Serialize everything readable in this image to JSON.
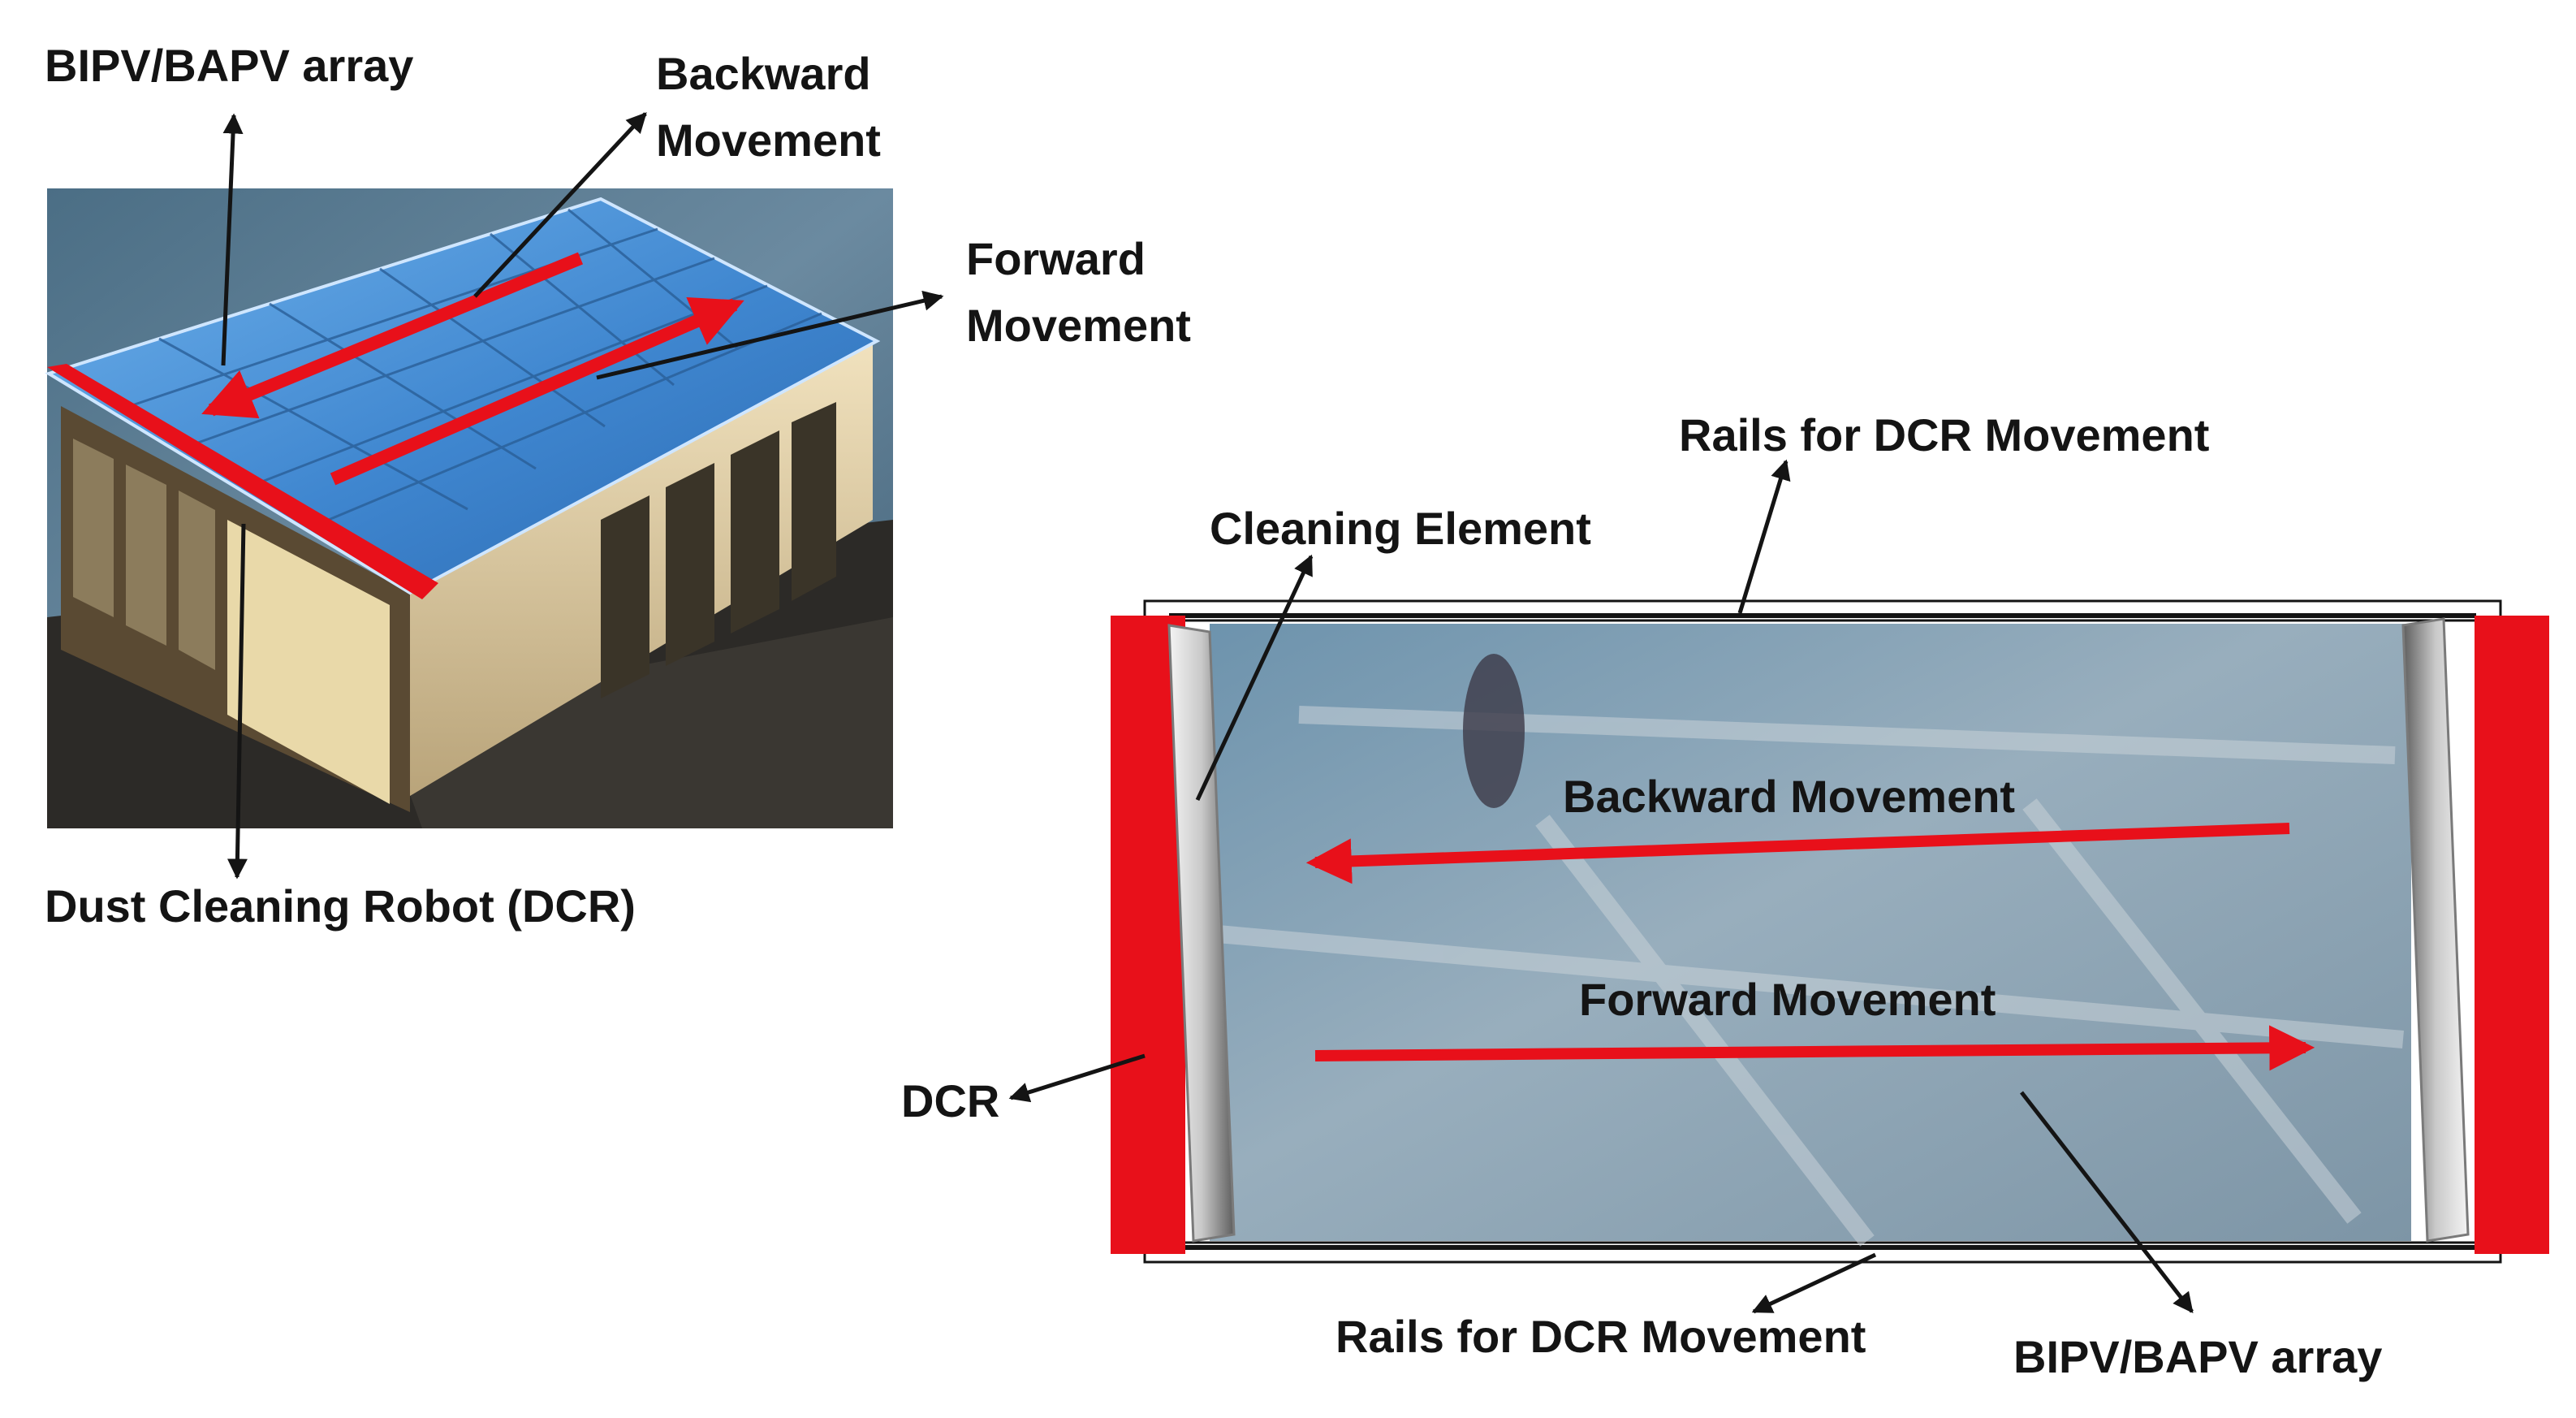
{
  "left_panel": {
    "labels": {
      "array": "BIPV/BAPV array",
      "backward_1": "Backward",
      "backward_2": "Movement",
      "forward_1": "Forward",
      "forward_2": "Movement",
      "robot": "Dust Cleaning Robot (DCR)"
    }
  },
  "right_panel": {
    "labels": {
      "rails_top": "Rails for DCR Movement",
      "cleaning_element": "Cleaning Element",
      "backward": "Backward Movement",
      "forward": "Forward Movement",
      "dcr": "DCR",
      "rails_bottom": "Rails for DCR Movement",
      "array": "BIPV/BAPV array"
    }
  },
  "colors": {
    "robot_red": "#e8101a",
    "arrow_red": "#e8101a",
    "panel_blue": "#4d8fd0",
    "annotation": "#141414"
  }
}
